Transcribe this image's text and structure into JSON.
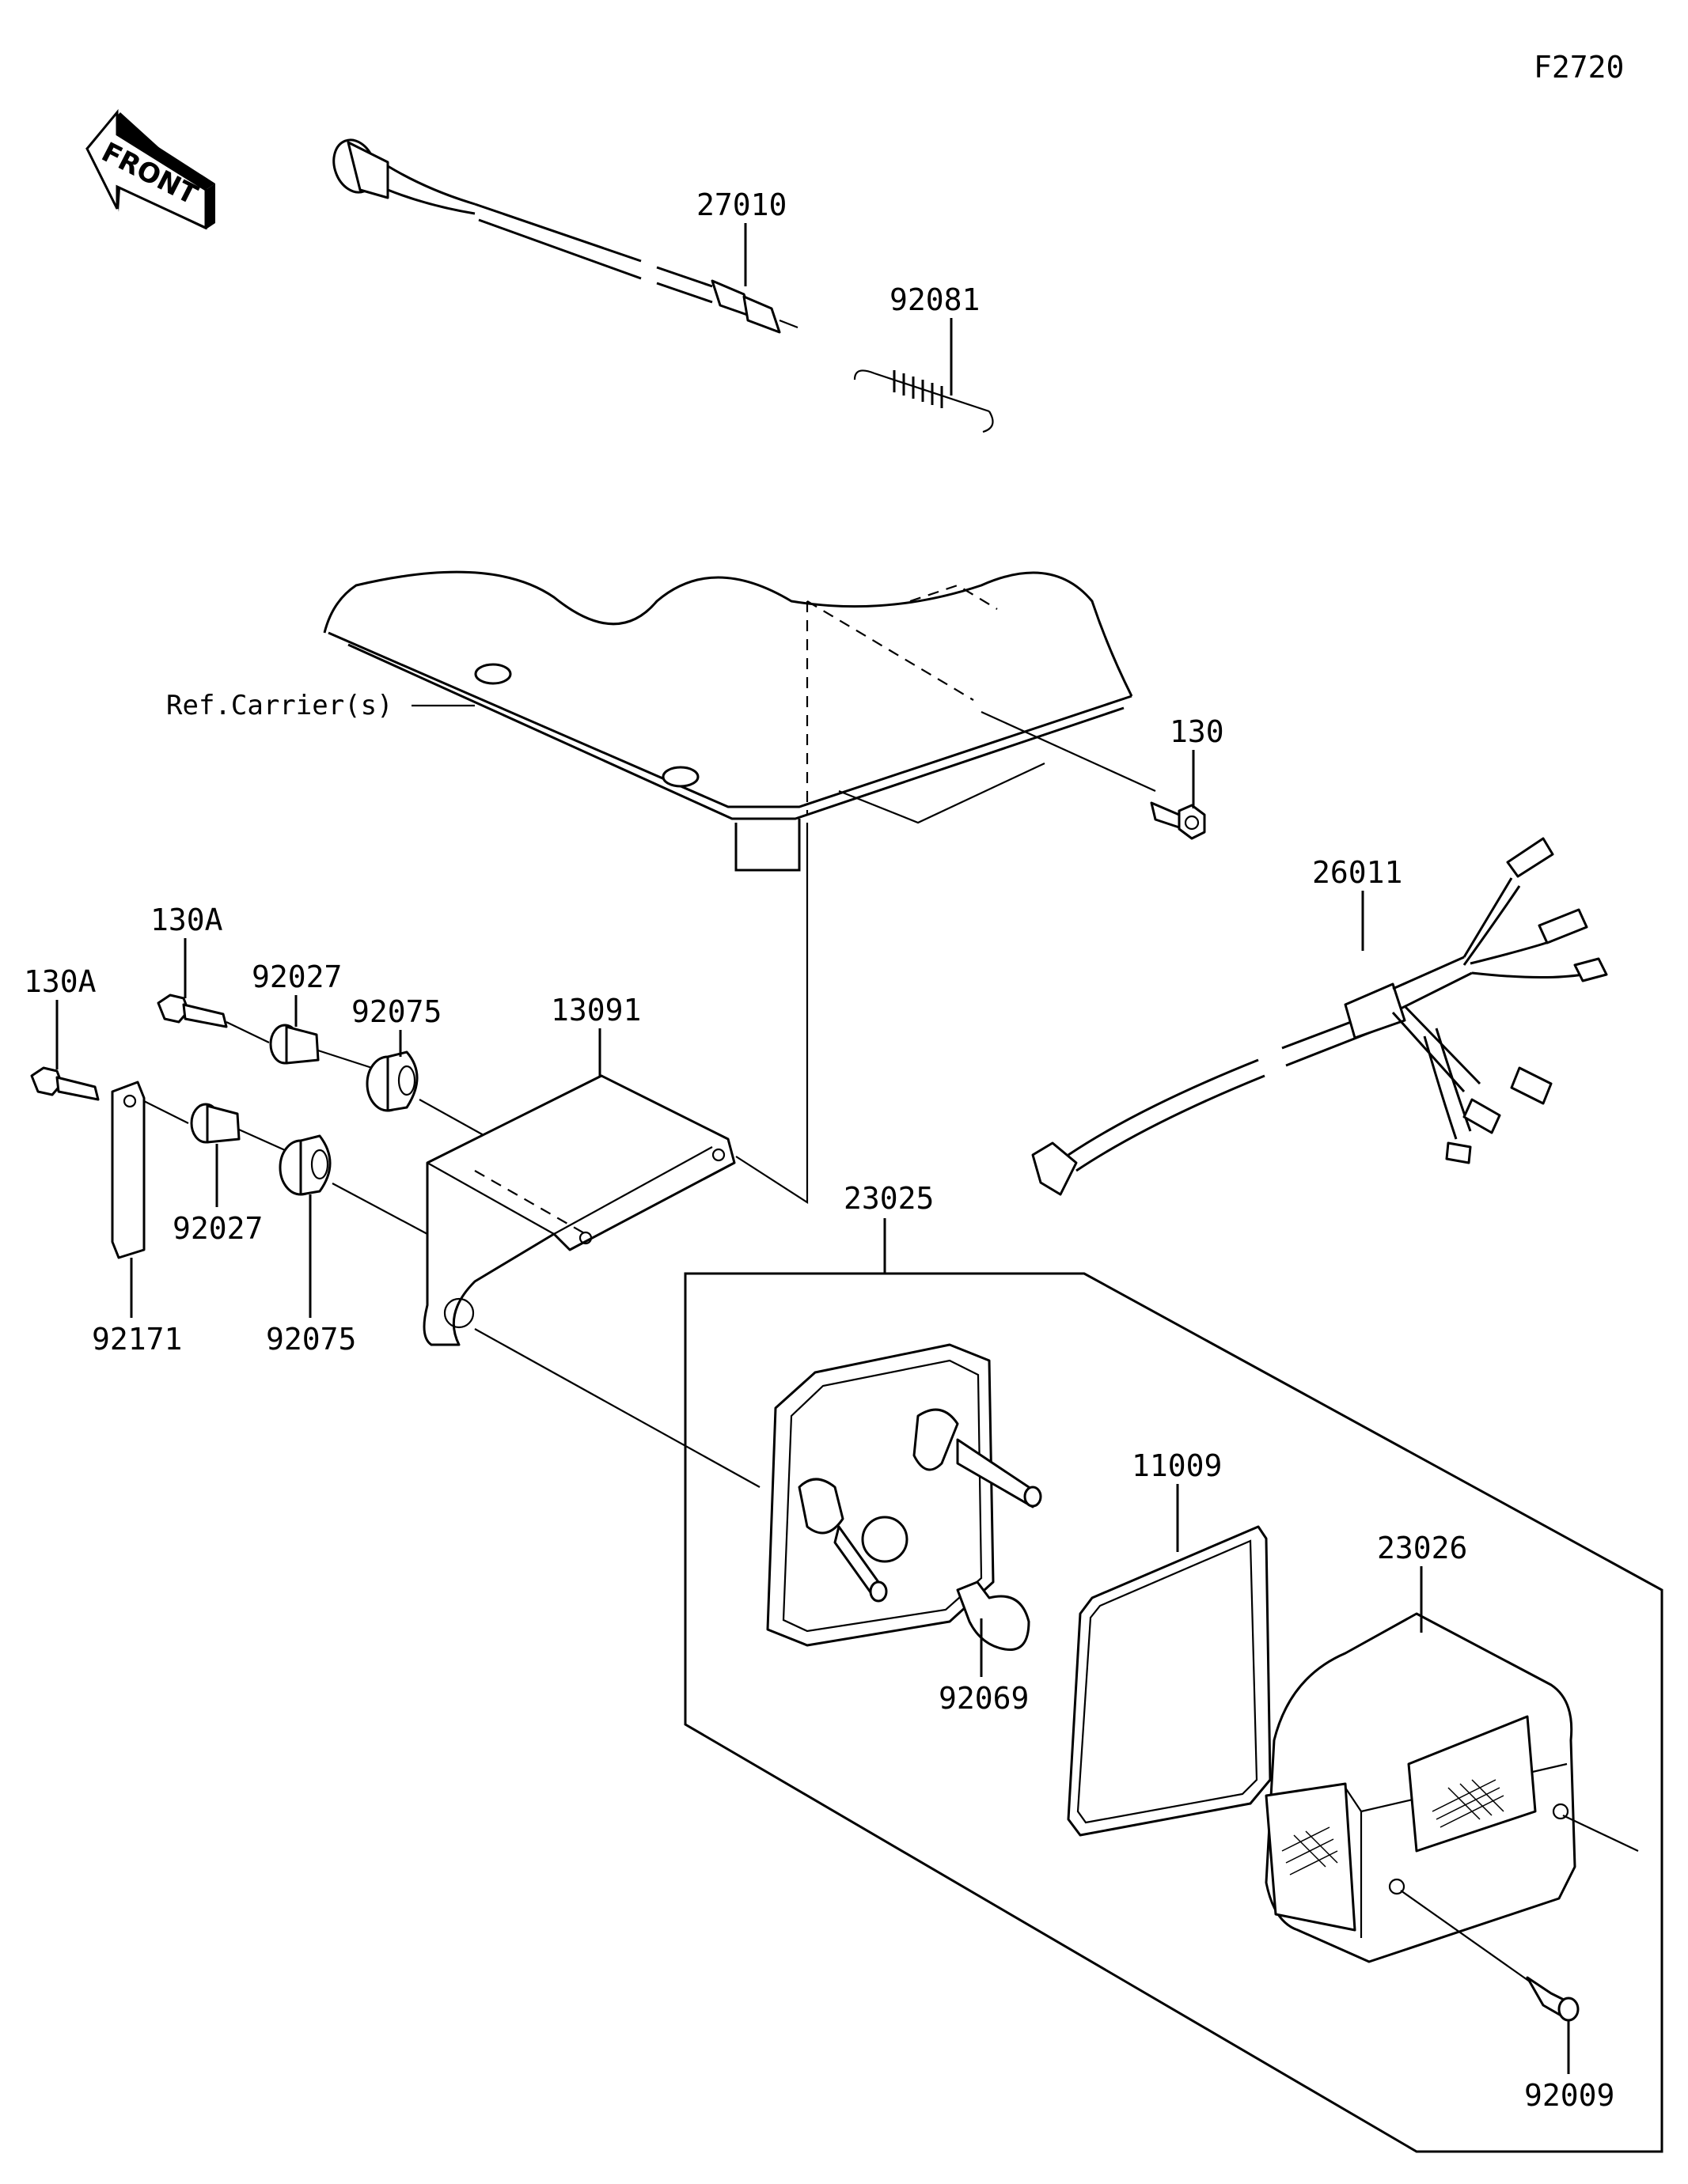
{
  "diagram": {
    "figure_code": "F2720",
    "orientation_indicator": {
      "label": "FRONT",
      "icon": "front-arrow-icon",
      "direction": "left"
    },
    "reference_label": "Ref.Carrier(s)",
    "parts": [
      {
        "id": "27010",
        "description": "switch with cable (stop lamp switch)"
      },
      {
        "id": "92081",
        "description": "spring"
      },
      {
        "id": "130",
        "description": "flange bolt"
      },
      {
        "id": "26011",
        "description": "wire harness"
      },
      {
        "id": "130A",
        "description": "flange bolt (upper)"
      },
      {
        "id": "130A",
        "description": "flange bolt (lower)"
      },
      {
        "id": "92027",
        "description": "collar (upper)"
      },
      {
        "id": "92075",
        "description": "grommet / damper (upper)"
      },
      {
        "id": "13091",
        "description": "bracket"
      },
      {
        "id": "92027",
        "description": "collar (lower)"
      },
      {
        "id": "92075",
        "description": "grommet / damper (lower)"
      },
      {
        "id": "92171",
        "description": "clamp"
      },
      {
        "id": "23025",
        "description": "tail lamp assembly"
      },
      {
        "id": "11009",
        "description": "gasket"
      },
      {
        "id": "92069",
        "description": "bulb"
      },
      {
        "id": "23026",
        "description": "lens"
      },
      {
        "id": "92009",
        "description": "screw"
      }
    ]
  }
}
